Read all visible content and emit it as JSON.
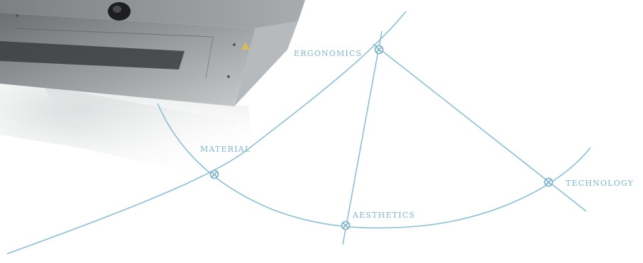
{
  "colors": {
    "line": "#8cc0d6",
    "label": "#7fb6cc",
    "device_body": "#8a8d8f",
    "device_face": "#b9bcbe",
    "device_dark": "#2a2a2c",
    "background": "#ffffff"
  },
  "image": {
    "description_icon": "hardware-device-photo"
  },
  "nodes": {
    "ergonomics": "ERGONOMICS",
    "material": "MATERIAL",
    "aesthetics": "AESTHETICS",
    "technology": "TECHNOLOGY"
  }
}
